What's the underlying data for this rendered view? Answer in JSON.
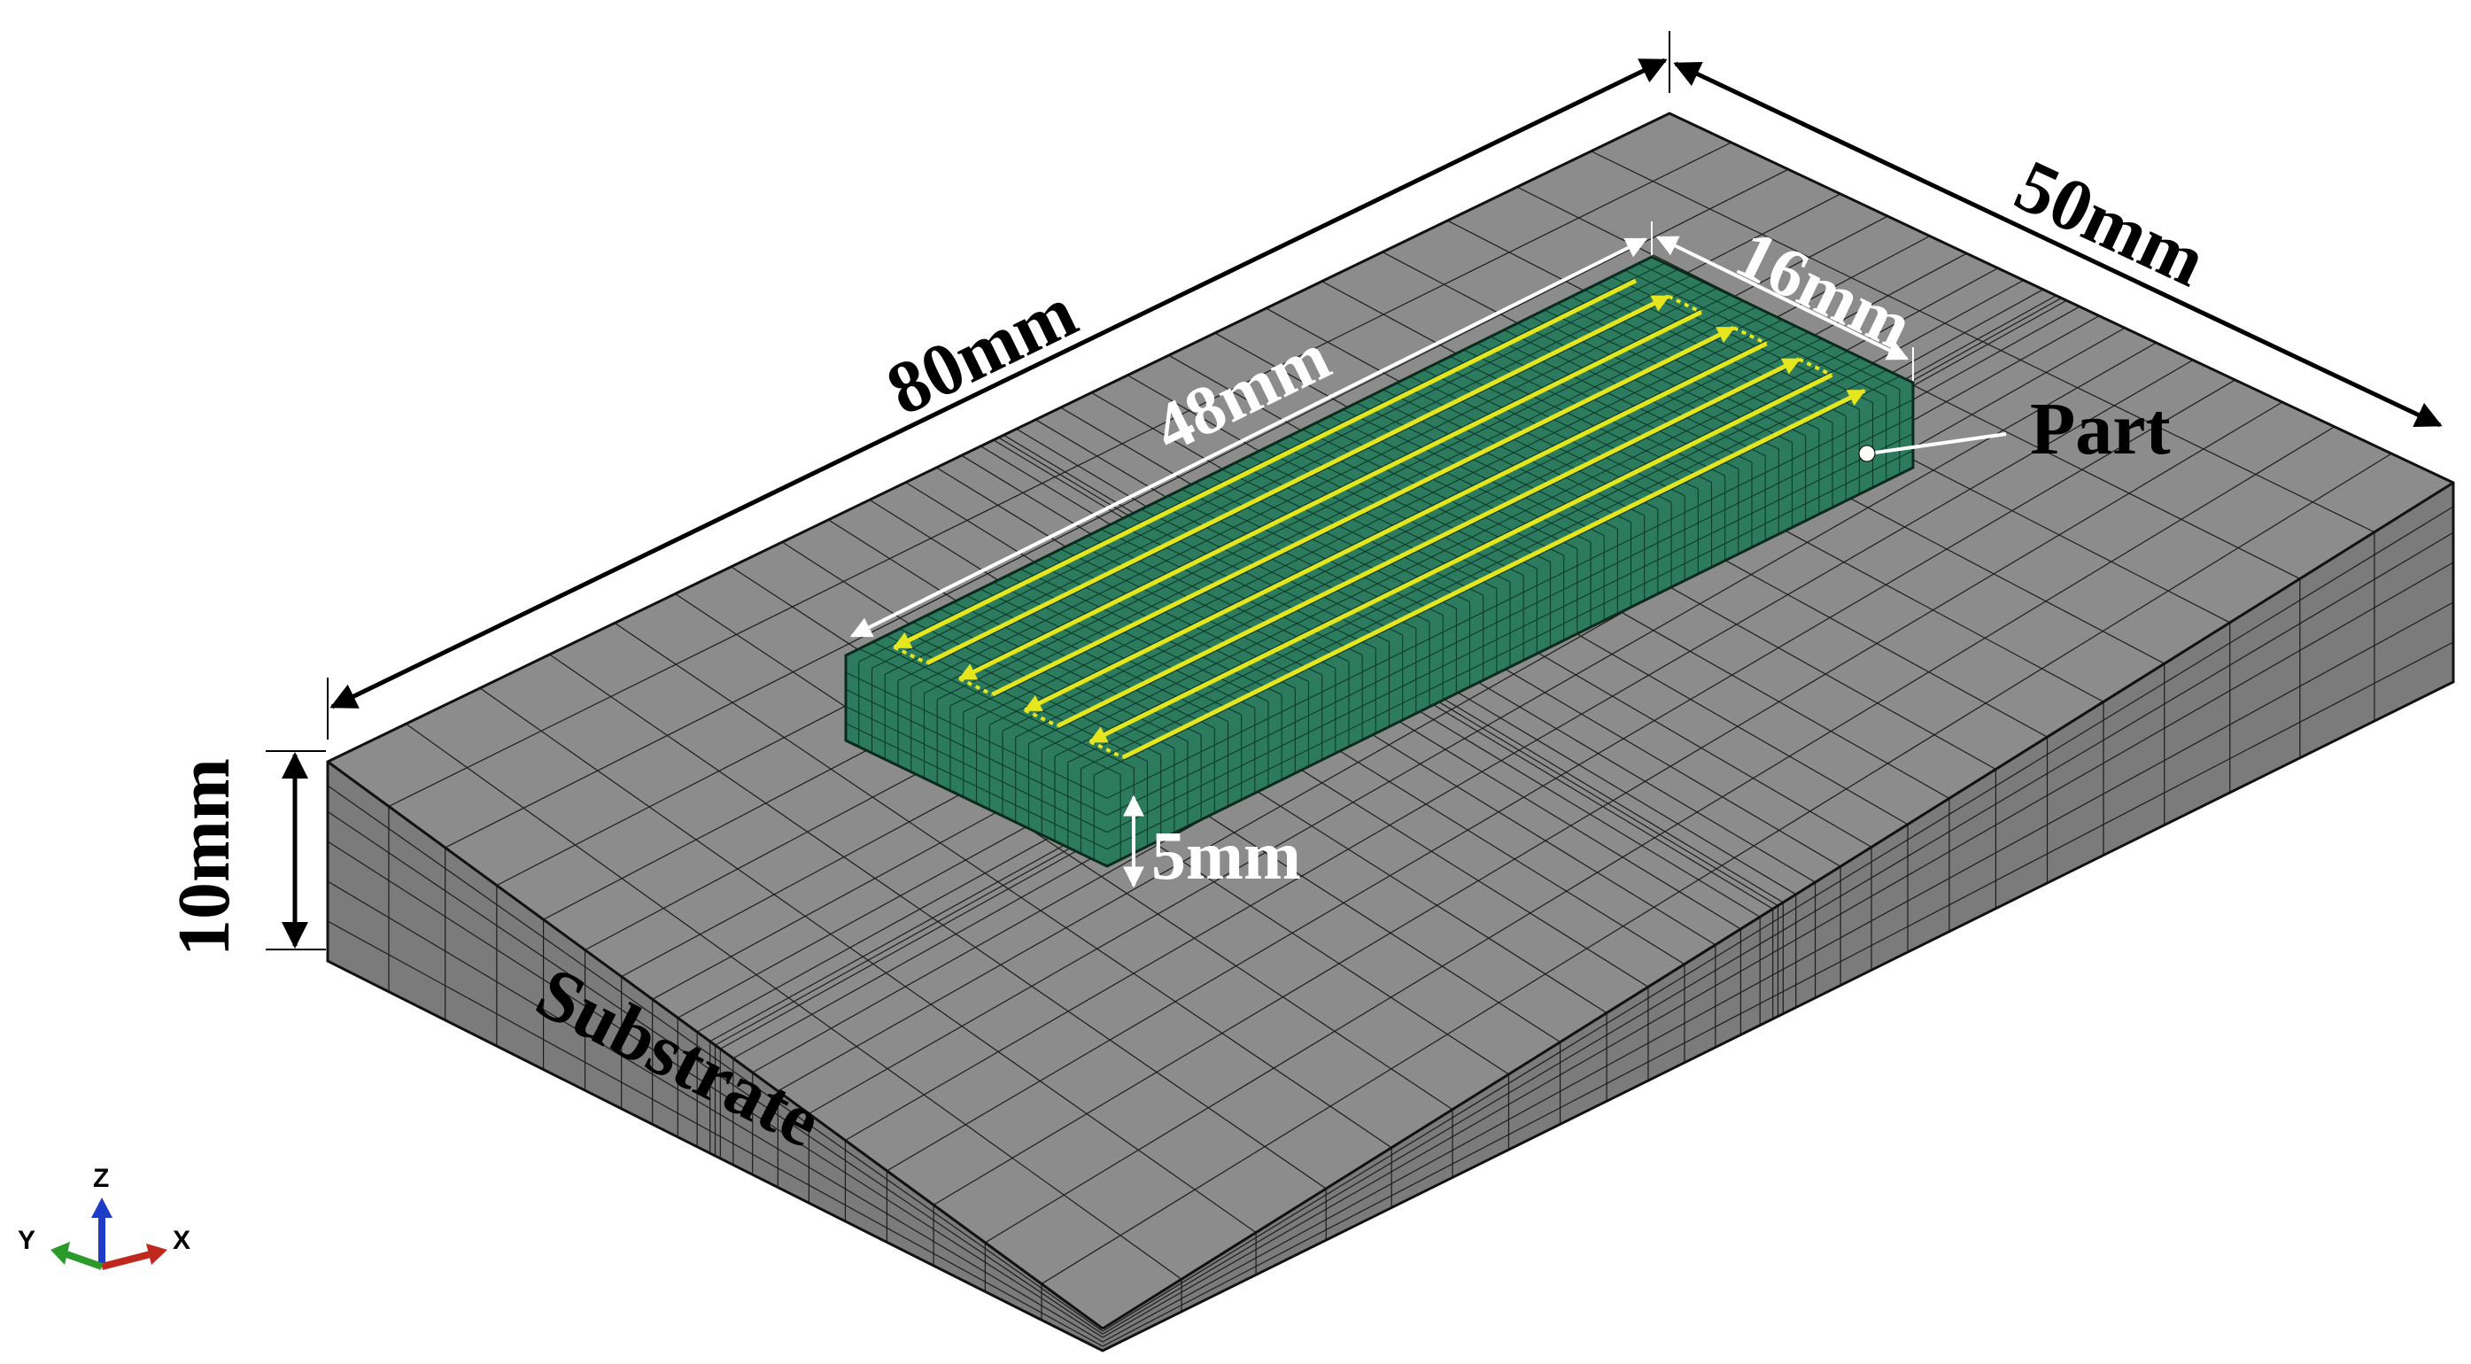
{
  "labels": {
    "length": "80mm",
    "width": "50mm",
    "thickness": "10mm",
    "part_length": "48mm",
    "part_width": "16mm",
    "part_height": "5mm",
    "part": "Part",
    "substrate": "Substrate"
  },
  "triad": {
    "x": "X",
    "y": "Y",
    "z": "Z"
  },
  "colors": {
    "substrate": "#8c8c8c",
    "substrate_side": "#7b7b7b",
    "part": "#2c7b5e",
    "mesh_line": "#1c1c1c",
    "scan_path": "#e6e61e",
    "axis_x": "#c0281e",
    "axis_y": "#2a9a2a",
    "axis_z": "#1f3cc8"
  }
}
